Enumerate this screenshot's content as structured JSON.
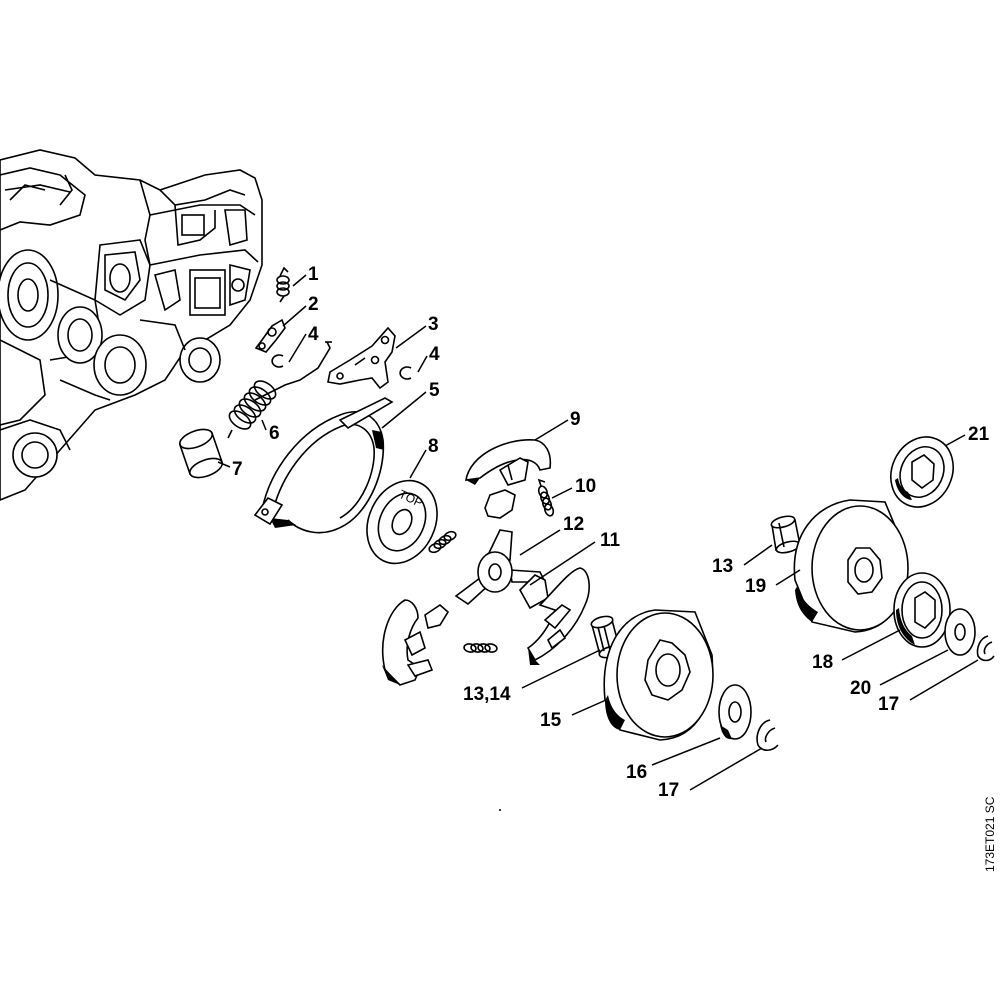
{
  "diagram": {
    "drawing_code": "173ET021 SC",
    "callouts": [
      "1",
      "2",
      "3",
      "4",
      "4",
      "5",
      "6",
      "7",
      "8",
      "9",
      "10",
      "11",
      "12",
      "13,14",
      "15",
      "16",
      "17",
      "13",
      "19",
      "18",
      "20",
      "17",
      "21"
    ],
    "plate_text": "TOP"
  }
}
